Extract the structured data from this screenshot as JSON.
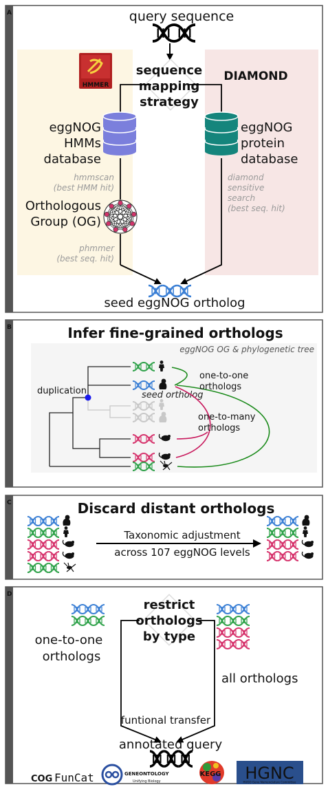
{
  "panel_a": {
    "label": "A",
    "query_sequence": "query sequence",
    "strategy": [
      "sequence",
      "mapping",
      "strategy"
    ],
    "hmmer_logo": "HMMER",
    "diamond": "DIAMOND",
    "hmm_db": [
      "eggNOG",
      "HMMs",
      "database"
    ],
    "protein_db": [
      "eggNOG",
      "protein",
      "database"
    ],
    "hmmscan": [
      "hmmscan",
      "(best HMM hit)"
    ],
    "diamond_search": [
      "diamond",
      "sensitive",
      "search",
      "(best seq. hit)"
    ],
    "og": [
      "Orthologous",
      "Group (OG)"
    ],
    "phmmer": [
      "phmmer",
      "(best seq. hit)"
    ],
    "seed": "seed eggNOG ortholog"
  },
  "panel_b": {
    "label": "B",
    "title": "Infer fine-grained orthologs",
    "tree_caption": "eggNOG OG & phylogenetic tree",
    "duplication": "duplication",
    "seed_ortholog": "seed ortholog",
    "one_to_one": [
      "one-to-one",
      "orthologs"
    ],
    "one_to_many": [
      "one-to-many",
      "orthologs"
    ]
  },
  "panel_c": {
    "label": "C",
    "title": "Discard distant orthologs",
    "adjust": [
      "Taxonomic adjustment",
      "across 107 eggNOG levels"
    ]
  },
  "panel_d": {
    "label": "D",
    "restrict": [
      "restrict",
      "orthologs",
      "by type"
    ],
    "one_to_one": [
      "one-to-one",
      "orthologs"
    ],
    "all": "all orthologs",
    "transfer": "funtional transfer",
    "annotated": "annotated query",
    "logos": {
      "cog": "COG",
      "funcat": "FunCat",
      "go": "GENEONTOLOGY",
      "go_sub": "Unifying Biology",
      "kegg": "KEGG",
      "hgnc": "HGNC",
      "hgnc_sub": "HUGO Gene Nomenclature Committee"
    }
  },
  "colors": {
    "blue": "#3a7fd5",
    "green": "#2fa24a",
    "magenta": "#d6336c",
    "grey": "#c8c8c8",
    "hmm_db": "#7b7fdc",
    "protein_db": "#15857c",
    "purple_text": "#7a1a8a",
    "green_arc": "#1a8a1a",
    "magenta_arc": "#c8185c"
  }
}
